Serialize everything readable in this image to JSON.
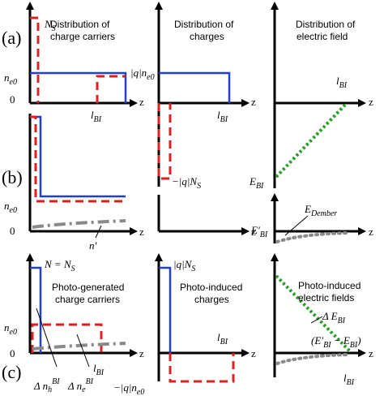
{
  "rows": [
    "(a)",
    "(b)",
    "(c)"
  ],
  "headers": {
    "col1": [
      "Distribution of",
      "charge carriers"
    ],
    "col2": [
      "Distribution of",
      "charges"
    ],
    "col3": [
      "Distribution of",
      "electric field"
    ]
  },
  "axis_label": "z",
  "labels": {
    "Ns": "N",
    "Ns_sub": "S",
    "ne0": "n",
    "ne0_sub": "e0",
    "zero": "0",
    "lBI": "l",
    "lBI_sub": "BI",
    "q_ne0": "|q|n",
    "q_ne0_sub": "e0",
    "minus_q_Ns": "−|q|N",
    "minus_q_Ns_sub": "S",
    "EBI": "E",
    "EBI_sub": "BI",
    "EpBI": "E′",
    "EpBI_sub": "BI",
    "EDember": "E",
    "EDember_sub": "Dember",
    "nprime": "n′",
    "N_eq_Ns": "N = N",
    "N_eq_Ns_sub": "S",
    "q_Ns": "|q|N",
    "q_Ns_sub": "S",
    "dnh": "Δ n",
    "dnh_sub": "h",
    "dnh_sup": "BI",
    "dne": "Δ n",
    "dne_sub": "e",
    "dne_sup": "BI",
    "minus_q_ne0": "−|q|n",
    "minus_q_ne0_sub": "e0",
    "dEBI": "Δ E",
    "dEBI_sub": "BI",
    "EpBI_minus_EBI": "(E′",
    "EpBI_minus_EBI_mid": "BI",
    "EpBI_minus_EBI_tail": " − E",
    "EpBI_minus_EBI_end": "BI",
    "EpBI_minus_EBI_close": ")"
  },
  "captions": {
    "c1": [
      "Photo-generated",
      "charge carriers"
    ],
    "c2": [
      "Photo-induced",
      "charges"
    ],
    "c3": [
      "Photo-induced",
      "electric fields"
    ]
  },
  "colors": {
    "blue": "#1f3fd6",
    "red": "#e02020",
    "green": "#2a9d2a",
    "gray": "#8a8a8a"
  }
}
